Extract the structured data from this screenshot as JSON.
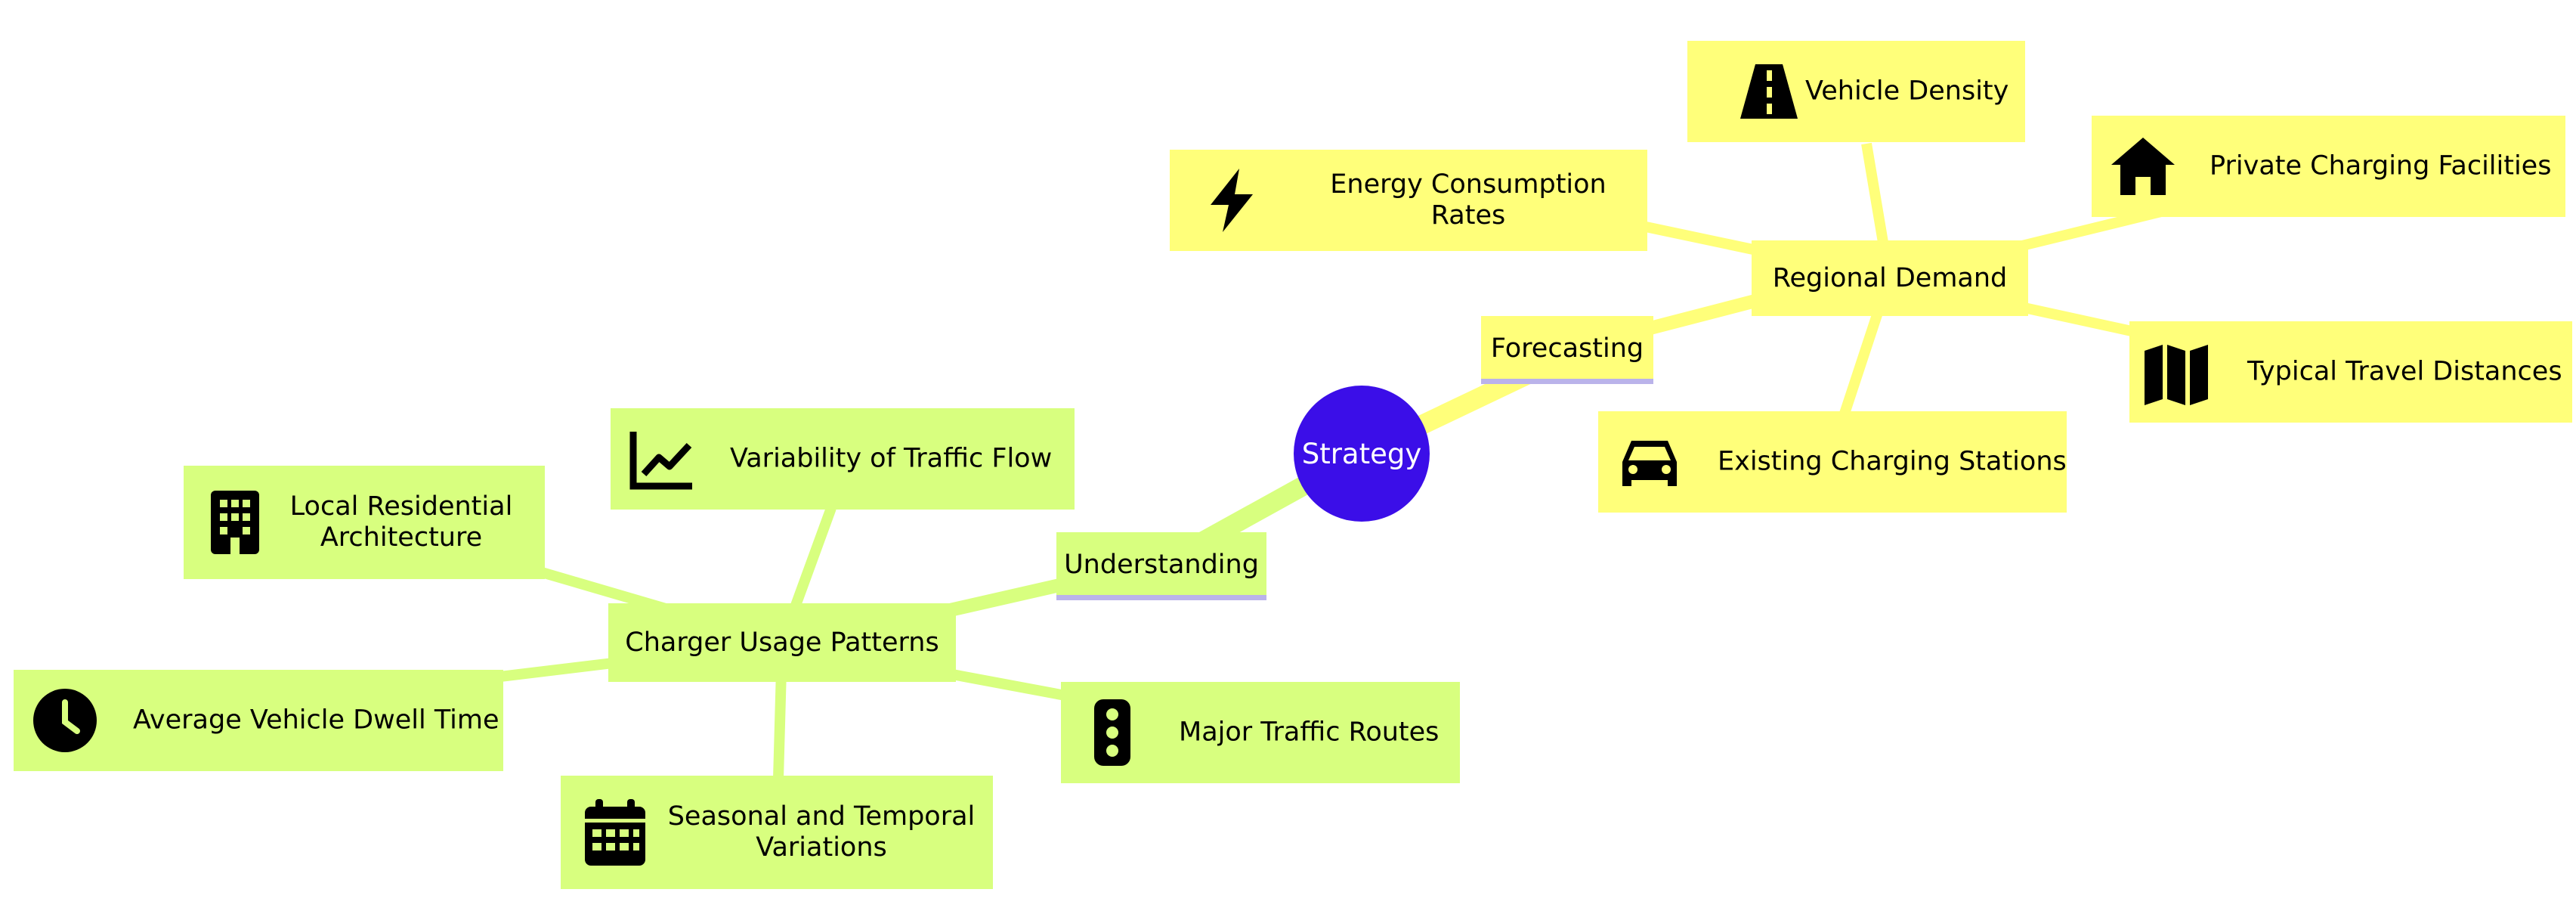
{
  "root": {
    "label": "Strategy",
    "color": "#3b0ee8"
  },
  "branches": {
    "forecasting": {
      "label": "Forecasting",
      "color": "#ffff7a"
    },
    "understanding": {
      "label": "Understanding",
      "color": "#d8ff7f"
    }
  },
  "subtopics": {
    "regional_demand": {
      "label": "Regional Demand"
    },
    "charger_usage": {
      "label": "Charger Usage Patterns"
    }
  },
  "leaves": {
    "vehicle_density": {
      "label": "Vehicle Density",
      "icon": "road-icon"
    },
    "energy_consumption": {
      "label": "Energy Consumption Rates",
      "icon": "bolt-icon"
    },
    "private_charging": {
      "label": "Private Charging Facilities",
      "icon": "house-icon"
    },
    "travel_distances": {
      "label": "Typical Travel Distances",
      "icon": "map-icon"
    },
    "existing_stations": {
      "label": "Existing Charging Stations",
      "icon": "car-icon"
    },
    "traffic_flow": {
      "label": "Variability of Traffic Flow",
      "icon": "line-chart-icon"
    },
    "residential": {
      "label": "Local Residential Architecture",
      "icon": "building-icon"
    },
    "dwell_time": {
      "label": "Average Vehicle Dwell Time",
      "icon": "clock-icon"
    },
    "seasonal": {
      "label": "Seasonal and Temporal Variations",
      "icon": "calendar-icon"
    },
    "traffic_routes": {
      "label": "Major Traffic Routes",
      "icon": "traffic-light-icon"
    }
  }
}
